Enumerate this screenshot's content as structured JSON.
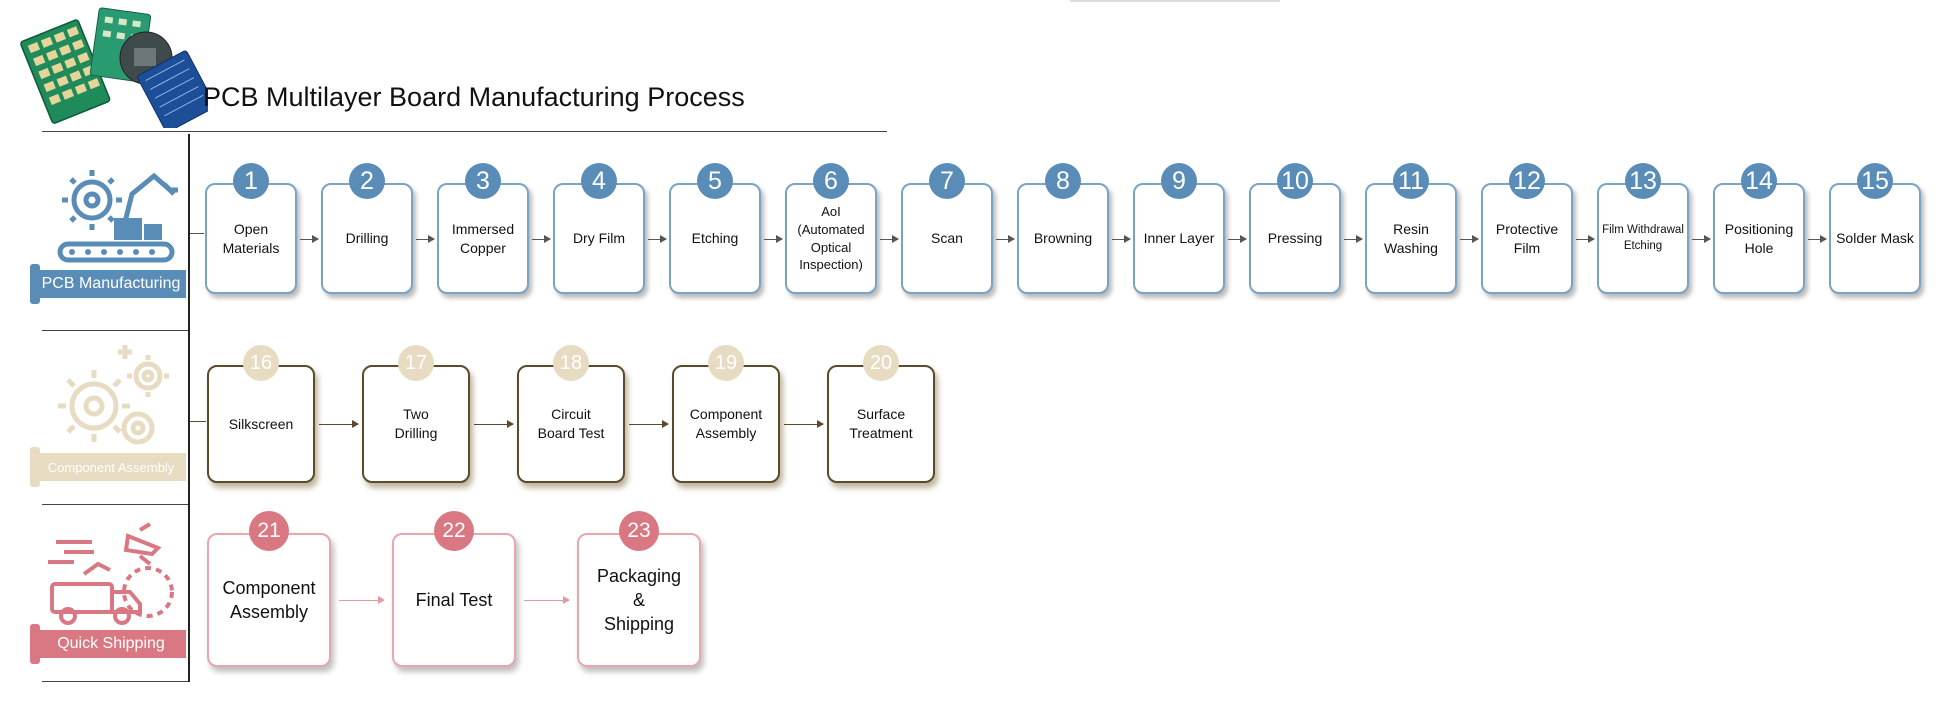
{
  "title": "PCB Multilayer Board Manufacturing Process",
  "colors": {
    "blue": "#5a8cb8",
    "tan": "#e7dcc2",
    "brown": "#5b4a2b",
    "pink": "#d97882"
  },
  "sections": {
    "manufacturing": {
      "label": "PCB Manufacturing",
      "icon": "robotic-arm-factory-icon"
    },
    "assembly": {
      "label": "Component Assembly",
      "icon": "gears-icon"
    },
    "shipping": {
      "label": "Quick Shipping",
      "icon": "delivery-truck-airplane-icon"
    }
  },
  "steps_manufacturing": [
    {
      "num": "1",
      "label": "Open\nMaterials"
    },
    {
      "num": "2",
      "label": "Drilling"
    },
    {
      "num": "3",
      "label": "Immersed\nCopper"
    },
    {
      "num": "4",
      "label": "Dry Film"
    },
    {
      "num": "5",
      "label": "Etching"
    },
    {
      "num": "6",
      "label": "AoI\n(Automated\nOptical\nInspection)"
    },
    {
      "num": "7",
      "label": "Scan"
    },
    {
      "num": "8",
      "label": "Browning"
    },
    {
      "num": "9",
      "label": "Inner Layer"
    },
    {
      "num": "10",
      "label": "Pressing"
    },
    {
      "num": "11",
      "label": "Resin\nWashing"
    },
    {
      "num": "12",
      "label": "Protective\nFilm"
    },
    {
      "num": "13",
      "label": "Film Withdrawal\nEtching"
    },
    {
      "num": "14",
      "label": "Positioning\nHole"
    },
    {
      "num": "15",
      "label": "Solder Mask"
    }
  ],
  "steps_assembly": [
    {
      "num": "16",
      "label": "Silkscreen"
    },
    {
      "num": "17",
      "label": "Two\nDrilling"
    },
    {
      "num": "18",
      "label": "Circuit\nBoard Test"
    },
    {
      "num": "19",
      "label": "Component\nAssembly"
    },
    {
      "num": "20",
      "label": "Surface\nTreatment"
    }
  ],
  "steps_shipping": [
    {
      "num": "21",
      "label": "Component\nAssembly"
    },
    {
      "num": "22",
      "label": "Final Test"
    },
    {
      "num": "23",
      "label": "Packaging\n&\nShipping"
    }
  ]
}
